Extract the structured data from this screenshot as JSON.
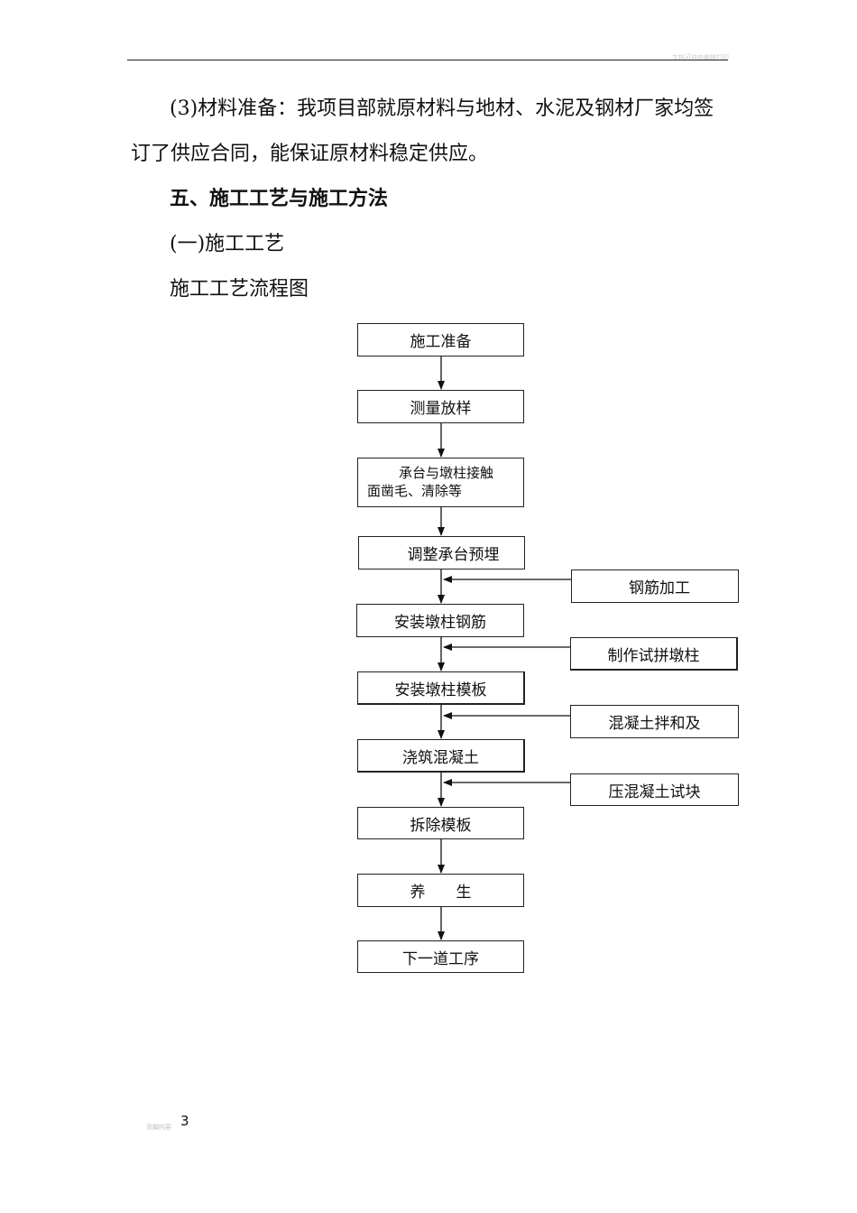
{
  "header": {
    "text": "文档可自由编辑打印"
  },
  "body": {
    "para1_line1": "(3)材料准备：我项目部就原材料与地材、水泥及钢材厂家均签",
    "para1_line2": "订了供应合同，能保证原材料稳定供应。",
    "heading": "五、施工工艺与施工方法",
    "sub_heading": "(一)施工工艺",
    "flow_title": "施工工艺流程图"
  },
  "flowchart": {
    "main_steps": [
      "施工准备",
      "测量放样",
      "承台与墩柱接触",
      "面凿毛、清除等",
      "调整承台预埋",
      "安装墩柱钢筋",
      "安装墩柱模板",
      "浇筑混凝土",
      "拆除模板",
      "养　　生",
      "下一道工序"
    ],
    "side_steps": [
      "钢筋加工",
      "制作试拼墩柱",
      "混凝土拌和及",
      "压混凝土试块"
    ]
  },
  "footer": {
    "label": "页脚内容",
    "page_number": "3"
  }
}
